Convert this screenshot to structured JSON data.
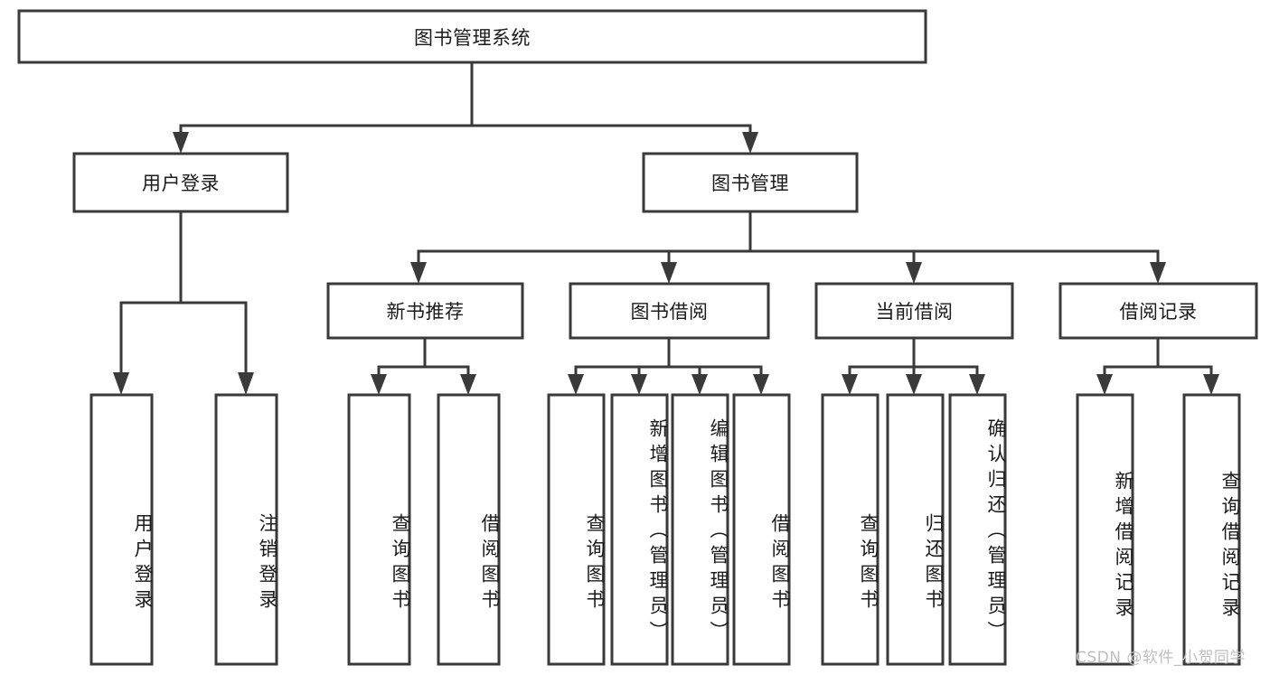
{
  "diagram": {
    "title": "图书管理系统",
    "type": "hierarchy-tree",
    "root": {
      "label": "图书管理系统"
    },
    "level2": [
      {
        "label": "用户登录"
      },
      {
        "label": "图书管理"
      }
    ],
    "level3": [
      {
        "label": "新书推荐"
      },
      {
        "label": "图书借阅"
      },
      {
        "label": "当前借阅"
      },
      {
        "label": "借阅记录"
      }
    ],
    "leaves": {
      "user_login": [
        {
          "label": "用户登录"
        },
        {
          "label": "注销登录"
        }
      ],
      "new_book_recommend": [
        {
          "label": "查询图书"
        },
        {
          "label": "借阅图书"
        }
      ],
      "book_borrow": [
        {
          "label": "查询图书"
        },
        {
          "label": "新增图书（管理员）"
        },
        {
          "label": "编辑图书（管理员）"
        },
        {
          "label": "借阅图书"
        }
      ],
      "current_borrow": [
        {
          "label": "查询图书"
        },
        {
          "label": "归还图书"
        },
        {
          "label": "确认归还（管理员）"
        }
      ],
      "borrow_record": [
        {
          "label": "新增借阅记录"
        },
        {
          "label": "查询借阅记录"
        }
      ]
    }
  },
  "watermark": {
    "text": "CSDN @软件_小贺同学"
  },
  "colors": {
    "stroke": "#3a3a3a",
    "fill": "#ffffff",
    "text": "#1b1b1b",
    "watermark": "#bfbfbf"
  }
}
